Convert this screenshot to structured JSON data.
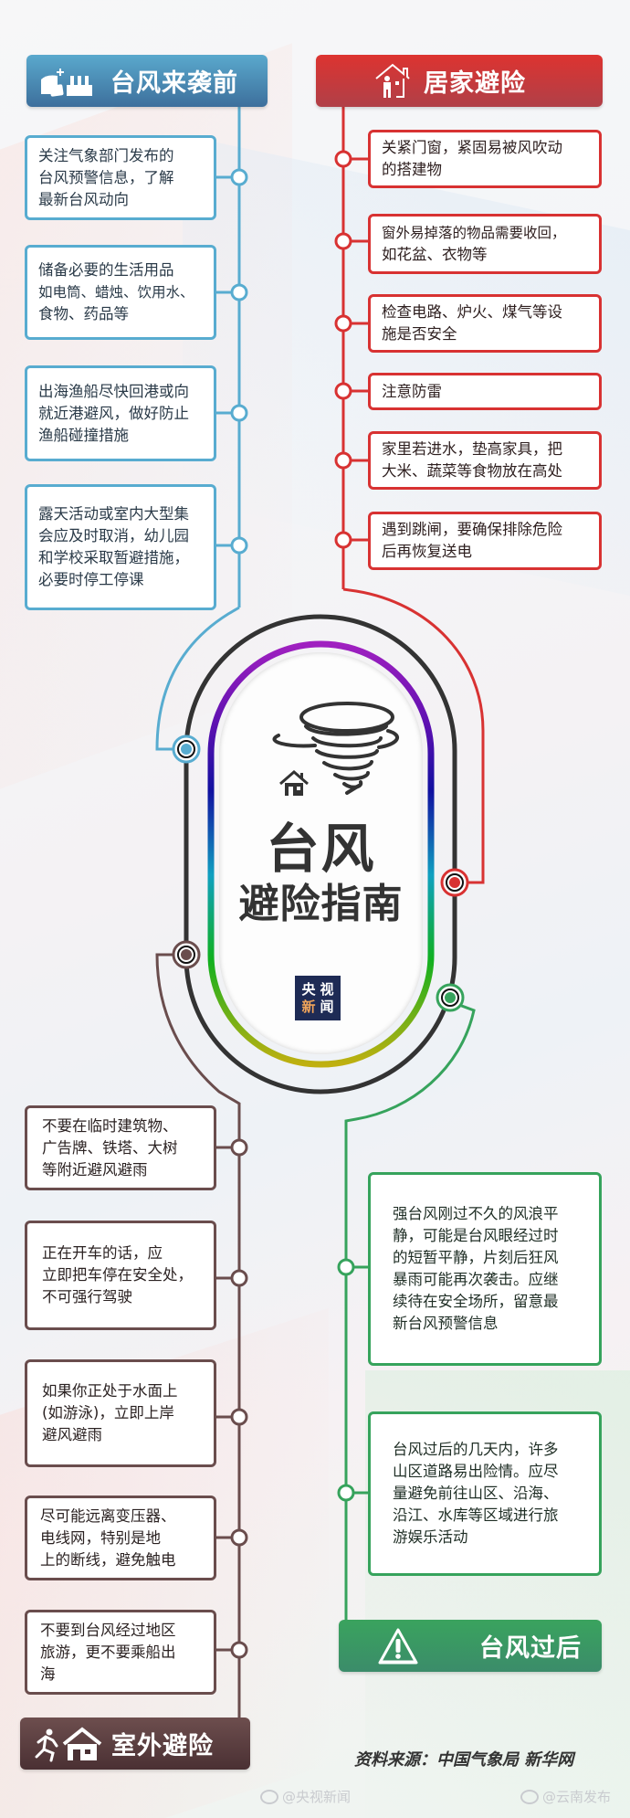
{
  "colors": {
    "before": "#58acd0",
    "home": "#d83232",
    "outdoor": "#6a4d4d",
    "after": "#36a35c",
    "loop": "#333333"
  },
  "center": {
    "title_line1": "台风",
    "title_line2": "避险指南",
    "logo": [
      "央",
      "视",
      "新",
      "闻"
    ],
    "icons": [
      "tornado-icon",
      "house-icon"
    ]
  },
  "sections": {
    "before": {
      "title": "台风来袭前",
      "icon": "supplies-icon",
      "items": [
        [
          "关注气象部门发布的",
          "台风预警信息，了解",
          "最新台风动向"
        ],
        [
          "储备必要的生活用品",
          "如电筒、蜡烛、饮用水、",
          "食物、药品等"
        ],
        [
          "出海渔船尽快回港或向",
          "就近港避风，做好防止",
          "渔船碰撞措施"
        ],
        [
          "露天活动或室内大型集",
          "会应及时取消，幼儿园",
          "和学校采取暂避措施，",
          "必要时停工停课"
        ]
      ]
    },
    "home": {
      "title": "居家避险",
      "icon": "person-house-icon",
      "items": [
        [
          "关紧门窗，紧固易被风吹动",
          "的搭建物"
        ],
        [
          "窗外易掉落的物品需要收回，",
          "如花盆、衣物等"
        ],
        [
          "检查电路、炉火、煤气等设",
          "施是否安全"
        ],
        [
          "注意防雷"
        ],
        [
          "家里若进水，垫高家具，把",
          "大米、蔬菜等食物放在高处"
        ],
        [
          "遇到跳闸，要确保排除危险",
          "后再恢复送电"
        ]
      ]
    },
    "outdoor": {
      "title": "室外避险",
      "icon": "running-person-house-icon",
      "items": [
        [
          "不要在临时建筑物、",
          "广告牌、铁塔、大树",
          "等附近避风避雨"
        ],
        [
          "正在开车的话，应",
          "立即把车停在安全处，",
          "不可强行驾驶"
        ],
        [
          "如果你正处于水面上",
          "(如游泳)，立即上岸",
          "避风避雨"
        ],
        [
          "尽可能远离变压器、",
          "电线网，特别是地",
          "上的断线，避免触电"
        ],
        [
          "不要到台风经过地区",
          "旅游，更不要乘船出",
          "海"
        ]
      ]
    },
    "after": {
      "title": "台风过后",
      "icon": "warning-icon",
      "items": [
        [
          "强台风刚过不久的风浪平",
          "静，可能是台风眼经过时",
          "的短暂平静，片刻后狂风",
          "暴雨可能再次袭击。应继",
          "续待在安全场所，留意最",
          "新台风预警信息"
        ],
        [
          "台风过后的几天内，许多",
          "山区道路易出险情。应尽",
          "量避免前往山区、沿海、",
          "沿江、水库等区域进行旅",
          "游娱乐活动"
        ]
      ]
    }
  },
  "footer": {
    "source": "资料来源：中国气象局 新华网",
    "watermark_left": "@央视新闻",
    "watermark_right": "@云南发布"
  }
}
